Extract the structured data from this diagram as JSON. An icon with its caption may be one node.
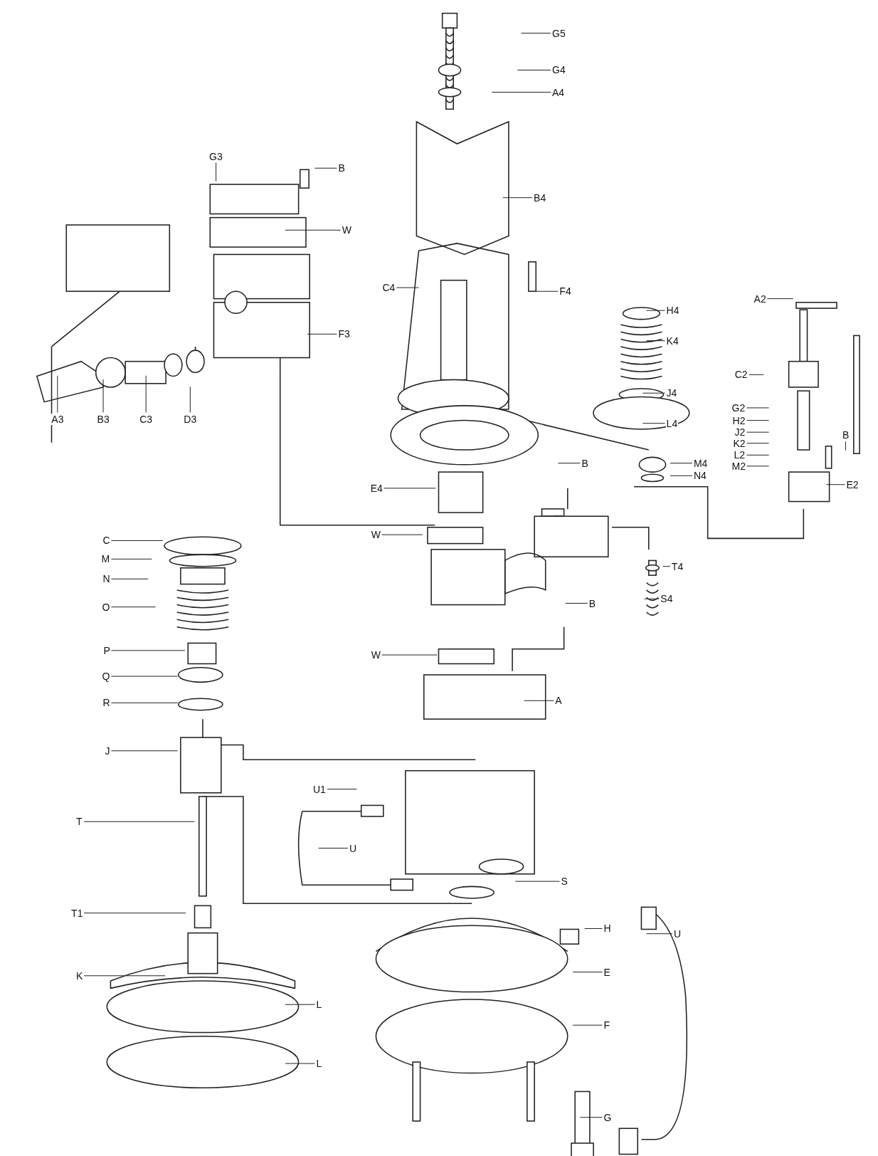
{
  "diagram": {
    "nodes": [
      {
        "text": [
          "G5"
        ]
      },
      {
        "text": [
          "G4"
        ]
      },
      {
        "text": [
          "A4"
        ]
      },
      {
        "text": [
          "B"
        ]
      },
      {
        "text": [
          "G3"
        ]
      },
      {
        "text": [
          "W"
        ]
      },
      {
        "text": [
          "B4"
        ]
      },
      {
        "text": [
          "C4"
        ]
      },
      {
        "text": [
          "F4"
        ]
      },
      {
        "text": [
          "F3"
        ]
      },
      {
        "text": [
          "A3"
        ]
      },
      {
        "text": [
          "B3"
        ]
      },
      {
        "text": [
          "C3"
        ]
      },
      {
        "text": [
          "D3"
        ]
      },
      {
        "text": [
          "H4"
        ]
      },
      {
        "text": [
          "K4"
        ]
      },
      {
        "text": [
          "A2"
        ]
      },
      {
        "text": [
          "C2"
        ]
      },
      {
        "text": [
          "J4"
        ]
      },
      {
        "text": [
          "L4"
        ]
      },
      {
        "text": [
          "G2"
        ]
      },
      {
        "text": [
          "H2"
        ]
      },
      {
        "text": [
          "J2"
        ]
      },
      {
        "text": [
          "K2"
        ]
      },
      {
        "text": [
          "L2"
        ]
      },
      {
        "text": [
          "M2"
        ]
      },
      {
        "text": [
          "B"
        ]
      },
      {
        "text": [
          "M4"
        ]
      },
      {
        "text": [
          "N4"
        ]
      },
      {
        "text": [
          "E2"
        ]
      },
      {
        "text": [
          "B"
        ]
      },
      {
        "text": [
          "E4"
        ]
      },
      {
        "text": [
          "W"
        ]
      },
      {
        "text": [
          "C"
        ]
      },
      {
        "text": [
          "M"
        ]
      },
      {
        "text": [
          "N"
        ]
      },
      {
        "text": [
          "O"
        ]
      },
      {
        "text": [
          "T4"
        ]
      },
      {
        "text": [
          "B"
        ]
      },
      {
        "text": [
          "S4"
        ]
      },
      {
        "text": [
          "P"
        ]
      },
      {
        "text": [
          "Q"
        ]
      },
      {
        "text": [
          "W"
        ]
      },
      {
        "text": [
          "R"
        ]
      },
      {
        "text": [
          "A"
        ]
      },
      {
        "text": [
          "J"
        ]
      },
      {
        "text": [
          "U1"
        ]
      },
      {
        "text": [
          "T"
        ]
      },
      {
        "text": [
          "U"
        ]
      },
      {
        "text": [
          "S"
        ]
      },
      {
        "text": [
          "T1"
        ]
      },
      {
        "text": [
          "H"
        ]
      },
      {
        "text": [
          "U"
        ]
      },
      {
        "text": [
          "K"
        ]
      },
      {
        "text": [
          "E"
        ]
      },
      {
        "text": [
          "L"
        ]
      },
      {
        "text": [
          "F"
        ]
      },
      {
        "text": [
          "L"
        ]
      },
      {
        "text": [
          "G"
        ]
      }
    ],
    "edges": [
      {
        "from": 0,
        "to": null,
        "arrow": "none"
      },
      {
        "from": 1,
        "to": null,
        "arrow": "none"
      },
      {
        "from": 2,
        "to": null,
        "arrow": "none"
      },
      {
        "from": 3,
        "to": null,
        "arrow": "none"
      },
      {
        "from": 4,
        "to": null,
        "arrow": "none"
      },
      {
        "from": 5,
        "to": null,
        "arrow": "none"
      },
      {
        "from": 6,
        "to": null,
        "arrow": "none"
      },
      {
        "from": 7,
        "to": null,
        "arrow": "none"
      },
      {
        "from": 8,
        "to": null,
        "arrow": "none"
      },
      {
        "from": 9,
        "to": null,
        "arrow": "none"
      },
      {
        "from": 10,
        "to": null,
        "arrow": "none"
      },
      {
        "from": 11,
        "to": null,
        "arrow": "none"
      },
      {
        "from": 12,
        "to": null,
        "arrow": "none"
      },
      {
        "from": 13,
        "to": null,
        "arrow": "none"
      },
      {
        "from": 14,
        "to": null,
        "arrow": "none"
      },
      {
        "from": 15,
        "to": null,
        "arrow": "none"
      },
      {
        "from": 16,
        "to": null,
        "arrow": "none"
      },
      {
        "from": 17,
        "to": null,
        "arrow": "none"
      },
      {
        "from": 18,
        "to": null,
        "arrow": "none"
      },
      {
        "from": 19,
        "to": null,
        "arrow": "none"
      },
      {
        "from": 20,
        "to": null,
        "arrow": "none"
      },
      {
        "from": 21,
        "to": null,
        "arrow": "none"
      },
      {
        "from": 22,
        "to": null,
        "arrow": "none"
      },
      {
        "from": 23,
        "to": null,
        "arrow": "none"
      },
      {
        "from": 24,
        "to": null,
        "arrow": "none"
      },
      {
        "from": 25,
        "to": null,
        "arrow": "none"
      },
      {
        "from": 26,
        "to": null,
        "arrow": "none"
      },
      {
        "from": 27,
        "to": null,
        "arrow": "none"
      },
      {
        "from": 28,
        "to": null,
        "arrow": "none"
      },
      {
        "from": 29,
        "to": null,
        "arrow": "none"
      },
      {
        "from": 30,
        "to": null,
        "arrow": "none"
      },
      {
        "from": 31,
        "to": null,
        "arrow": "none"
      },
      {
        "from": 32,
        "to": null,
        "arrow": "none"
      },
      {
        "from": 33,
        "to": null,
        "arrow": "none"
      },
      {
        "from": 34,
        "to": null,
        "arrow": "none"
      },
      {
        "from": 35,
        "to": null,
        "arrow": "none"
      },
      {
        "from": 36,
        "to": null,
        "arrow": "none"
      },
      {
        "from": 37,
        "to": null,
        "arrow": "none"
      },
      {
        "from": 38,
        "to": null,
        "arrow": "none"
      },
      {
        "from": 39,
        "to": null,
        "arrow": "none"
      },
      {
        "from": 40,
        "to": null,
        "arrow": "none"
      },
      {
        "from": 41,
        "to": null,
        "arrow": "none"
      },
      {
        "from": 42,
        "to": null,
        "arrow": "none"
      },
      {
        "from": 43,
        "to": null,
        "arrow": "none"
      },
      {
        "from": 44,
        "to": null,
        "arrow": "none"
      },
      {
        "from": 45,
        "to": null,
        "arrow": "none"
      },
      {
        "from": 46,
        "to": null,
        "arrow": "none"
      },
      {
        "from": 47,
        "to": null,
        "arrow": "none"
      },
      {
        "from": 48,
        "to": null,
        "arrow": "none"
      },
      {
        "from": 49,
        "to": null,
        "arrow": "none"
      },
      {
        "from": 50,
        "to": null,
        "arrow": "none"
      },
      {
        "from": 51,
        "to": null,
        "arrow": "none"
      },
      {
        "from": 52,
        "to": null,
        "arrow": "none"
      },
      {
        "from": 53,
        "to": null,
        "arrow": "none"
      },
      {
        "from": 54,
        "to": null,
        "arrow": "none"
      },
      {
        "from": 55,
        "to": null,
        "arrow": "none"
      },
      {
        "from": 56,
        "to": null,
        "arrow": "none"
      },
      {
        "from": 57,
        "to": null,
        "arrow": "none"
      },
      {
        "from": 58,
        "to": null,
        "arrow": "none"
      }
    ]
  }
}
